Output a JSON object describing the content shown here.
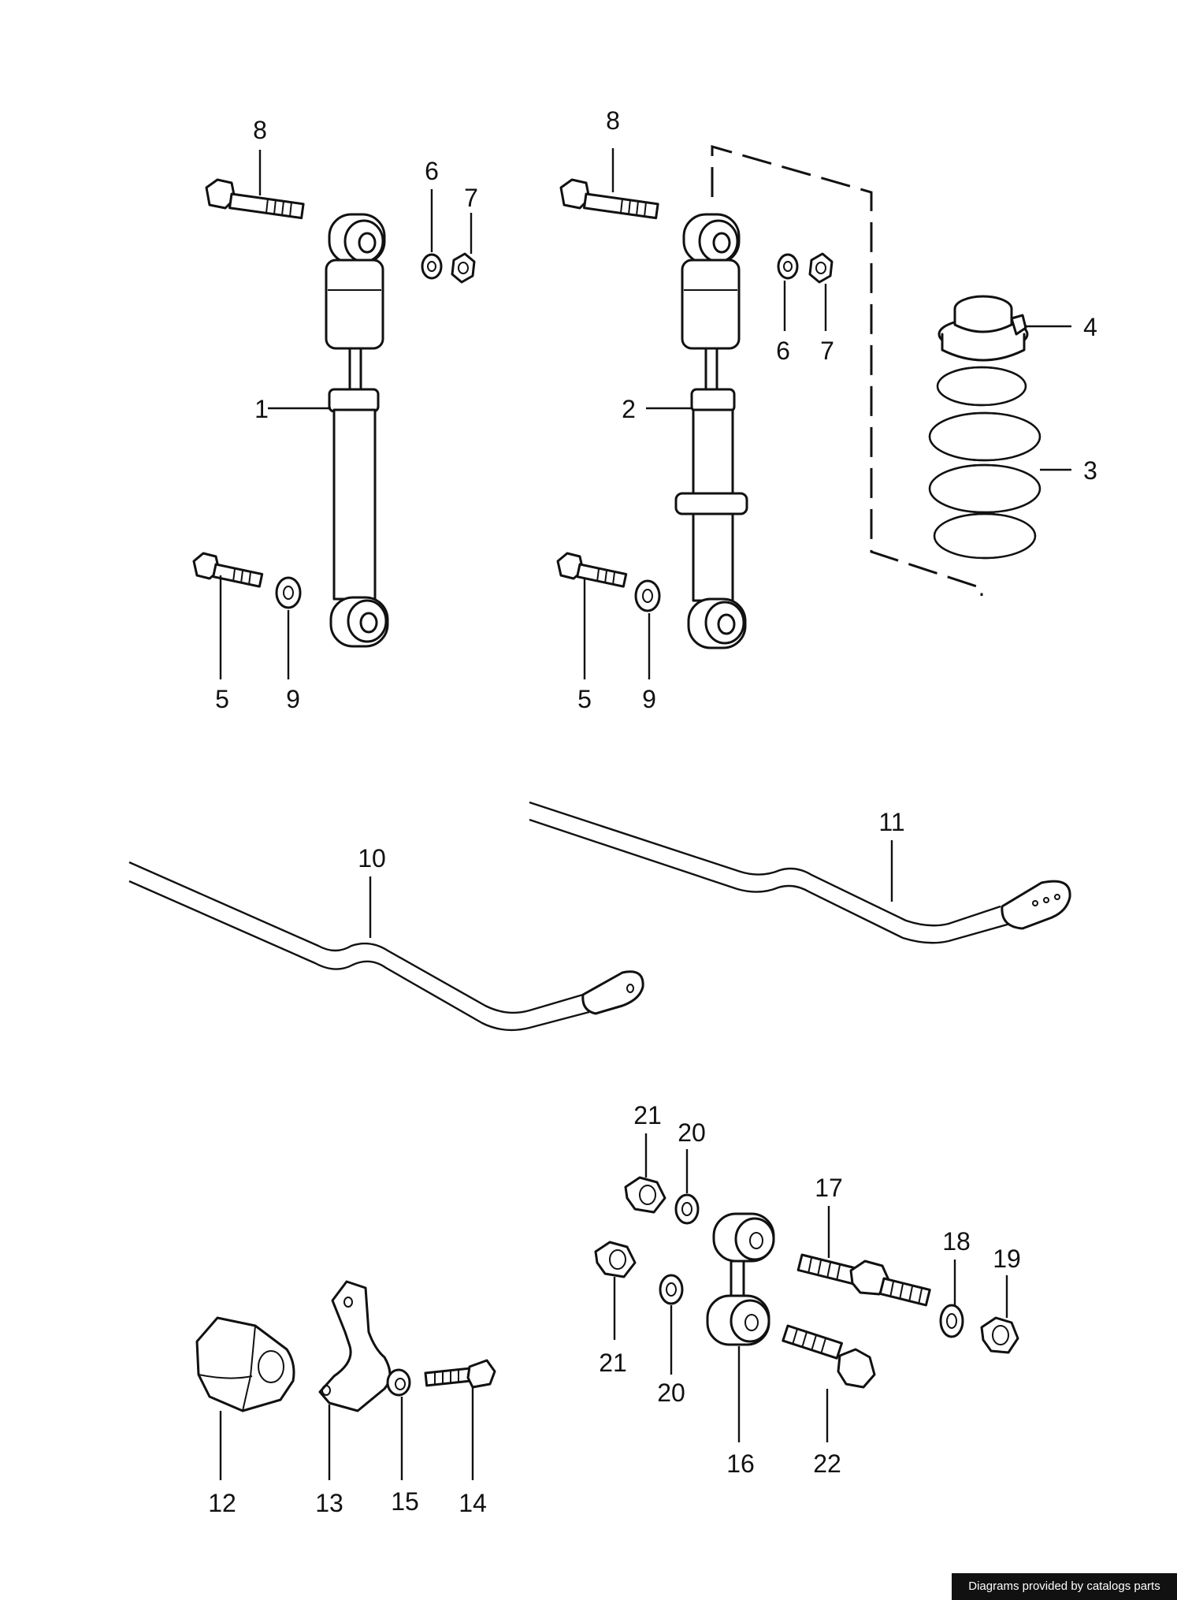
{
  "labels": {
    "l1": "1",
    "l2": "2",
    "l3": "3",
    "l4": "4",
    "l5a": "5",
    "l5b": "5",
    "l6a": "6",
    "l6b": "6",
    "l7a": "7",
    "l7b": "7",
    "l8a": "8",
    "l8b": "8",
    "l9a": "9",
    "l9b": "9",
    "l10": "10",
    "l11": "11",
    "l12": "12",
    "l13": "13",
    "l14": "14",
    "l15": "15",
    "l16": "16",
    "l17": "17",
    "l18": "18",
    "l19": "19",
    "l20a": "20",
    "l20b": "20",
    "l21a": "21",
    "l21b": "21",
    "l22": "22"
  },
  "footer": {
    "credit": "Diagrams provided by catalogs parts"
  }
}
